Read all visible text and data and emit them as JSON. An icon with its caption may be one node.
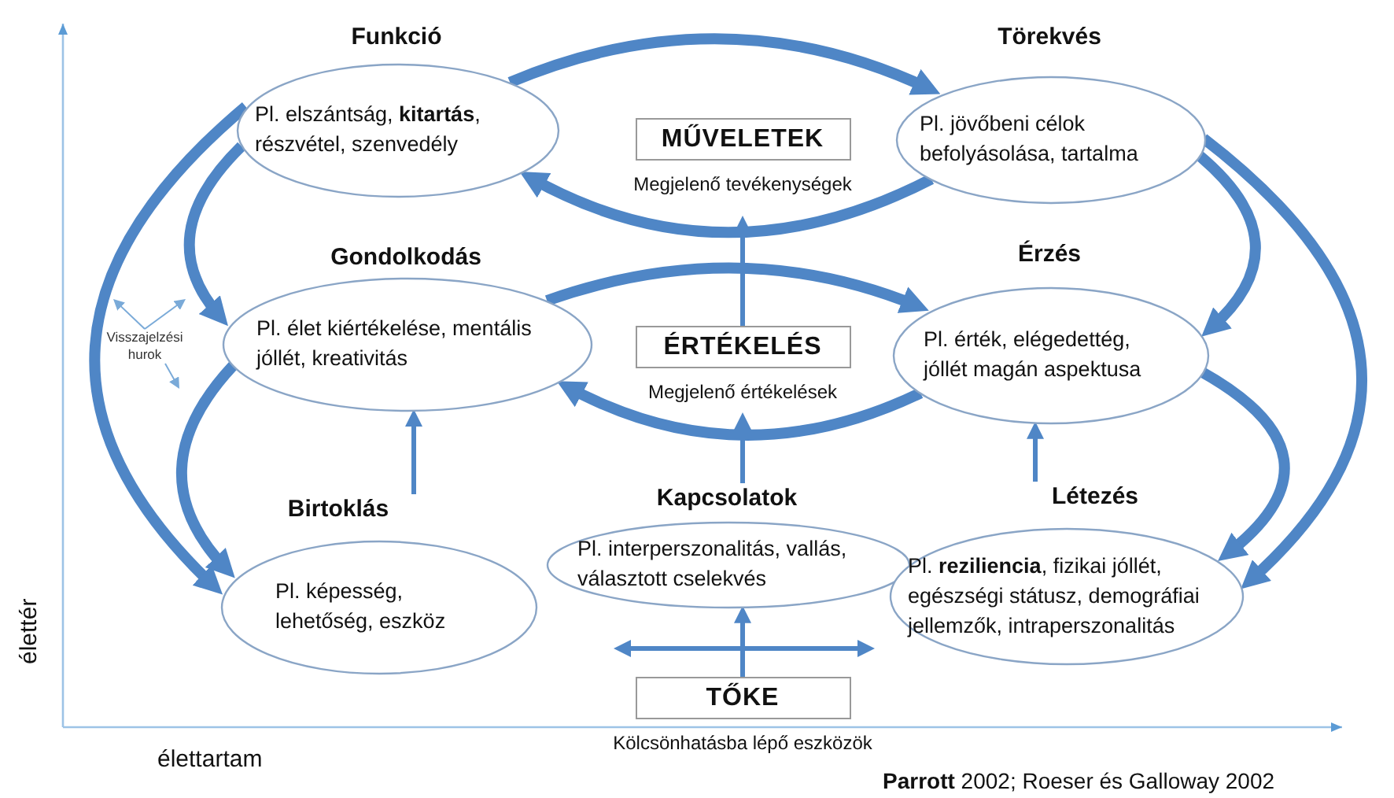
{
  "diagram": {
    "nodes": [
      {
        "text": [
          "Funkció",
          "Pl. elszántság, **kitartás**, részvétel, szenvedély"
        ]
      },
      {
        "text": [
          "MŰVELETEK"
        ],
        "beside": [
          "Megjelenő tevékenységek"
        ]
      },
      {
        "text": [
          "Törekvés",
          "Pl. jövőbeni célok befolyásolása, tartalma"
        ]
      },
      {
        "text": [
          "Gondolkodás",
          "Pl. élet kiértékelése, mentális jóllét, kreativitás"
        ]
      },
      {
        "text": [
          "ÉRTÉKELÉS"
        ],
        "beside": [
          "Megjelenő értékelések"
        ]
      },
      {
        "text": [
          "Érzés",
          "Pl. érték, elégedettég, jóllét magán aspektusa"
        ]
      },
      {
        "text": [
          "Birtoklás",
          "Pl. képesség, lehetőség, eszköz"
        ]
      },
      {
        "text": [
          "Kapcsolatok",
          "Pl. interperszonalitás, vallás, választott cselekvés"
        ]
      },
      {
        "text": [
          "Létezés",
          "Pl. **reziliencia**, fizikai jóllét, egészségi státusz, demográfiai jellemzők, intraperszonalitás"
        ]
      },
      {
        "text": [
          "TŐKE"
        ],
        "beside": [
          "Kölcsönhatásba lépő eszközök"
        ]
      },
      {
        "text": [
          "Visszajelzési hurok"
        ]
      }
    ],
    "edges": [
      {
        "from": 0,
        "to": 2,
        "arrow": "to",
        "style": "thick"
      },
      {
        "from": 2,
        "to": 0,
        "arrow": "to",
        "style": "thick"
      },
      {
        "from": 3,
        "to": 5,
        "arrow": "to",
        "style": "thick"
      },
      {
        "from": 5,
        "to": 3,
        "arrow": "to",
        "style": "thick"
      },
      {
        "from": 4,
        "to": 1,
        "arrow": "to"
      },
      {
        "from": 6,
        "to": 3,
        "arrow": "to"
      },
      {
        "from": 7,
        "to": 4,
        "arrow": "to"
      },
      {
        "from": 8,
        "to": 5,
        "arrow": "to"
      },
      {
        "from": 9,
        "to": 7,
        "arrow": "to"
      },
      {
        "from": 9,
        "to": null,
        "arrow": "to"
      },
      {
        "from": 9,
        "to": null,
        "arrow": "to"
      },
      {
        "from": 0,
        "to": 3,
        "arrow": "to",
        "style": "thick"
      },
      {
        "from": 0,
        "to": 6,
        "arrow": "to",
        "style": "thick"
      },
      {
        "from": 3,
        "to": 6,
        "arrow": "to",
        "style": "thick"
      },
      {
        "from": 10,
        "to": null,
        "arrow": "to",
        "color": "#7aaad8"
      },
      {
        "from": 10,
        "to": null,
        "arrow": "to",
        "color": "#7aaad8"
      },
      {
        "from": 10,
        "to": null,
        "arrow": "to",
        "color": "#7aaad8"
      },
      {
        "from": 2,
        "to": 5,
        "arrow": "to",
        "style": "thick"
      },
      {
        "from": 2,
        "to": 8,
        "arrow": "to",
        "style": "thick"
      },
      {
        "from": 5,
        "to": 8,
        "arrow": "to",
        "style": "thick"
      }
    ],
    "labels": [
      "élettér",
      "élettartam",
      "**Parrott** 2002; Roeser és Galloway 2002"
    ]
  }
}
